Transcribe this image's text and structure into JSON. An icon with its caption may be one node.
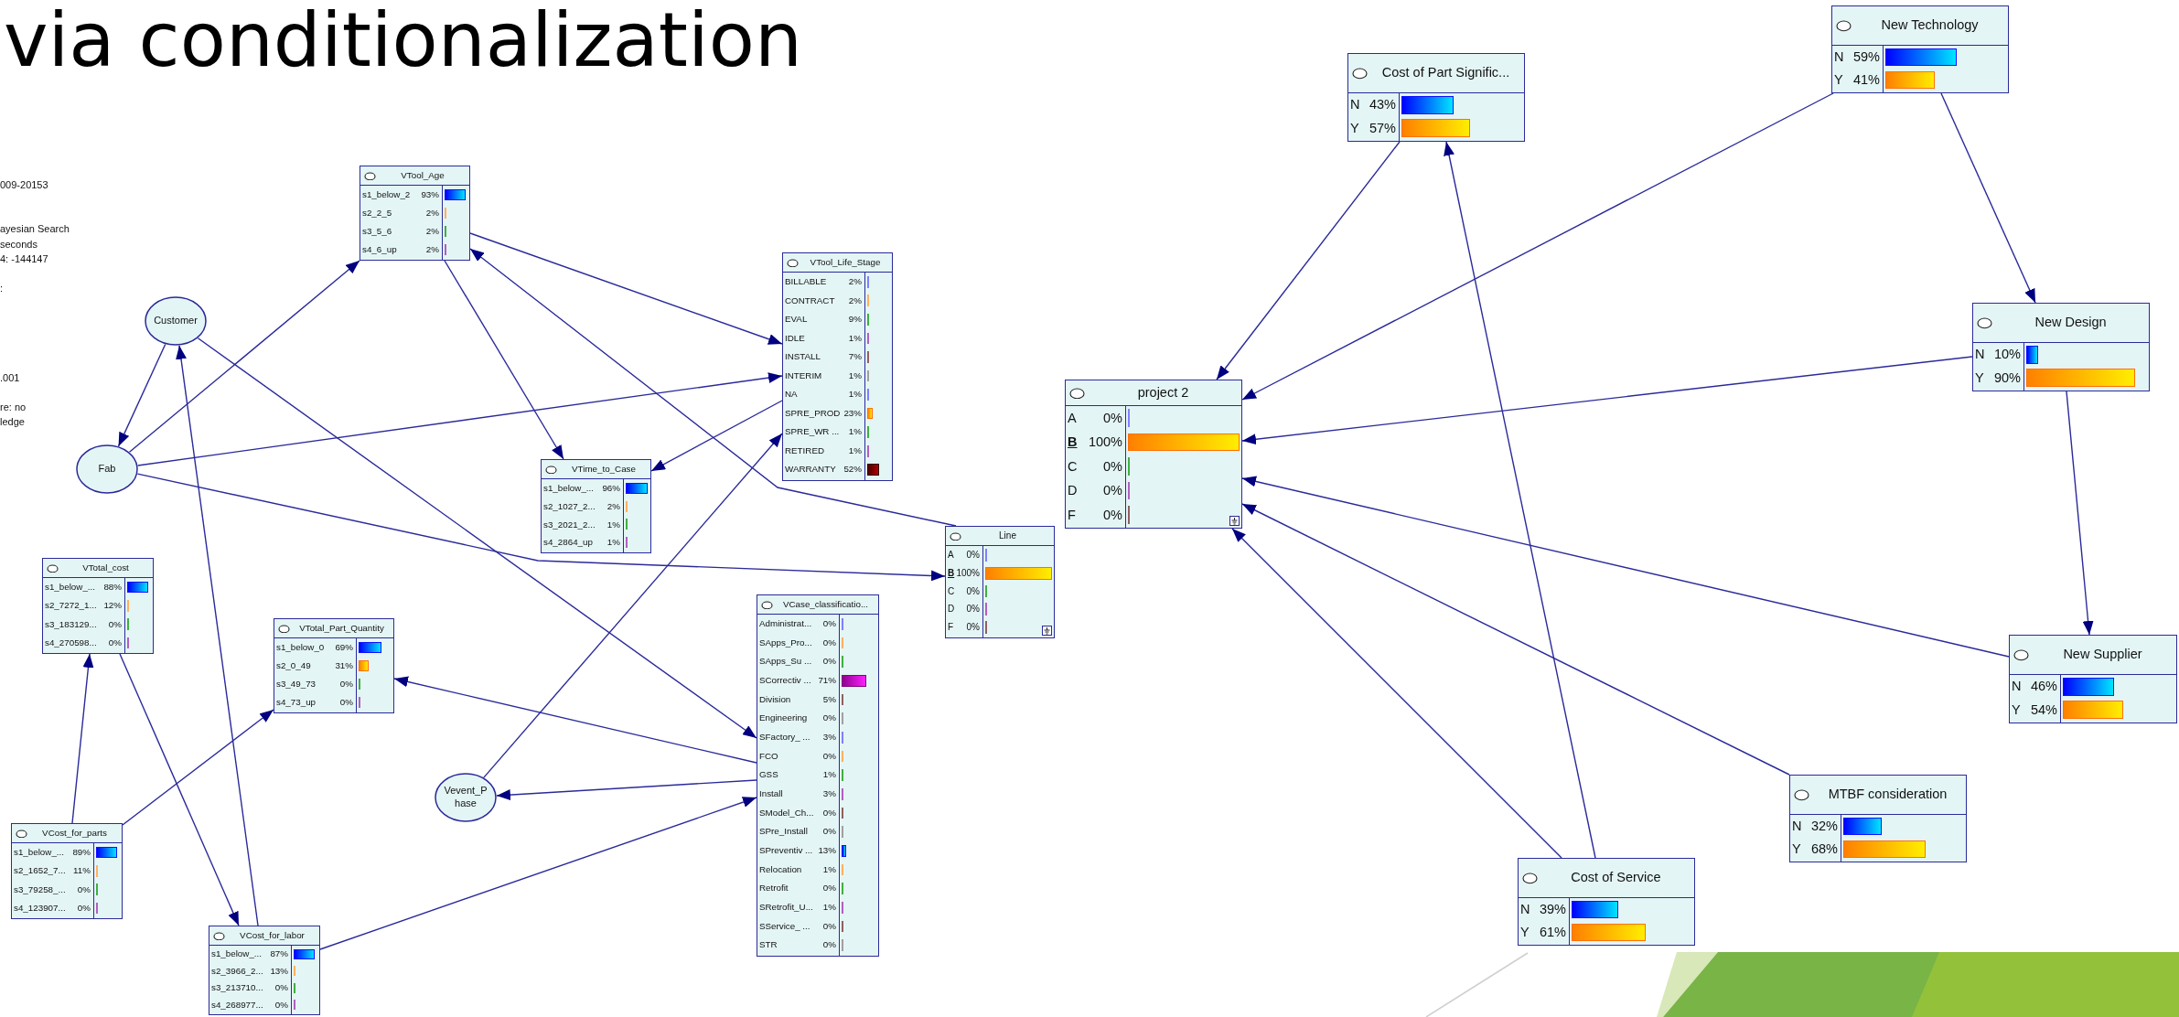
{
  "diagram": {
    "title": "via conditionalization",
    "nodes": [
      {
        "text": [
          "VTool_Age",
          "s1_below_2",
          "93%",
          "s2_2_5",
          "2%",
          "s3_5_6",
          "2%",
          "s4_6_up",
          "2%"
        ]
      },
      {
        "text": [
          "VTool_Life_Stage",
          "BILLABLE",
          "2%",
          "CONTRACT",
          "2%",
          "EVAL",
          "9%",
          "IDLE",
          "1%",
          "INSTALL",
          "7%",
          "INTERIM",
          "1%",
          "NA",
          "1%",
          "SPRE_PROD",
          "23%",
          "SPRE_WR ...",
          "1%",
          "RETIRED",
          "1%",
          "WARRANTY",
          "52%"
        ]
      },
      {
        "text": [
          "Customer"
        ]
      },
      {
        "text": [
          "Fab"
        ]
      },
      {
        "text": [
          "VTime_to_Case",
          "s1_below_...",
          "96%",
          "s2_1027_2...",
          "2%",
          "s3_2021_2...",
          "1%",
          "s4_2864_up",
          "1%"
        ]
      },
      {
        "text": [
          "VTotal_cost",
          "s1_below_...",
          "88%",
          "s2_7272_1...",
          "12%",
          "s3_183129...",
          "0%",
          "s4_270598...",
          "0%"
        ]
      },
      {
        "text": [
          "VTotal_Part_Quantity",
          "s1_below_0",
          "69%",
          "s2_0_49",
          "31%",
          "s3_49_73",
          "0%",
          "s4_73_up",
          "0%"
        ]
      },
      {
        "text": [
          "VCase_classificatio...",
          "Administrat...",
          "0%",
          "SApps_Pro...",
          "0%",
          "SApps_Su ...",
          "0%",
          "SCorrectiv ...",
          "71%",
          "Division",
          "5%",
          "Engineering",
          "0%",
          "SFactory_ ...",
          "3%",
          "FCO",
          "0%",
          "GSS",
          "1%",
          "Install",
          "3%",
          "SModel_Ch...",
          "0%",
          "SPre_Install",
          "0%",
          "SPreventiv ...",
          "13%",
          "Relocation",
          "1%",
          "Retrofit",
          "0%",
          "SRetrofit_U...",
          "1%",
          "SService_ ...",
          "0%",
          "STR",
          "0%"
        ]
      },
      {
        "text": [
          "Vevent_P hase"
        ]
      },
      {
        "text": [
          "VCost_for_parts",
          "s1_below_...",
          "89%",
          "s2_1652_7...",
          "11%",
          "s3_79258_...",
          "0%",
          "s4_123907...",
          "0%"
        ]
      },
      {
        "text": [
          "VCost_for_labor",
          "s1_below_...",
          "87%",
          "s2_3966_2...",
          "13%",
          "s3_213710...",
          "0%",
          "s4_268977...",
          "0%"
        ]
      },
      {
        "text": [
          "Line",
          "A",
          "0%",
          "B",
          "100%",
          "C",
          "0%",
          "D",
          "0%",
          "F",
          "0%"
        ]
      },
      {
        "text": [
          "project 2",
          "A",
          "0%",
          "B",
          "100%",
          "C",
          "0%",
          "D",
          "0%",
          "F",
          "0%"
        ]
      },
      {
        "text": [
          "Cost of Part Signific...",
          "N",
          "43%",
          "Y",
          "57%"
        ]
      },
      {
        "text": [
          "New Technology",
          "N",
          "59%",
          "Y",
          "41%"
        ]
      },
      {
        "text": [
          "New Design",
          "N",
          "10%",
          "Y",
          "90%"
        ]
      },
      {
        "text": [
          "New Supplier",
          "N",
          "46%",
          "Y",
          "54%"
        ]
      },
      {
        "text": [
          "MTBF consideration",
          "N",
          "32%",
          "Y",
          "68%"
        ]
      },
      {
        "text": [
          "Cost of Service",
          "N",
          "39%",
          "Y",
          "61%"
        ]
      }
    ],
    "edges": [
      {
        "from": 2,
        "to": 3,
        "arrow": "to"
      },
      {
        "from": 3,
        "to": 0,
        "arrow": "to"
      },
      {
        "from": 3,
        "to": 1,
        "arrow": "to"
      },
      {
        "from": 3,
        "to": 11,
        "arrow": "to"
      },
      {
        "from": 2,
        "to": 7,
        "arrow": "to"
      },
      {
        "from": 0,
        "to": 1,
        "arrow": "to"
      },
      {
        "from": 11,
        "to": 0,
        "arrow": "to"
      },
      {
        "from": 0,
        "to": 4,
        "arrow": "to"
      },
      {
        "from": 1,
        "to": 4,
        "arrow": "to"
      },
      {
        "from": 8,
        "to": 1,
        "arrow": "to"
      },
      {
        "from": 7,
        "to": 6,
        "arrow": "to"
      },
      {
        "from": 7,
        "to": 8,
        "arrow": "to"
      },
      {
        "from": 10,
        "to": 7,
        "arrow": "to"
      },
      {
        "from": 10,
        "to": 2,
        "arrow": "to"
      },
      {
        "from": 5,
        "to": 10,
        "arrow": "to"
      },
      {
        "from": 9,
        "to": 5,
        "arrow": "to"
      },
      {
        "from": 9,
        "to": 6,
        "arrow": "to"
      },
      {
        "from": 13,
        "to": 12,
        "arrow": "to"
      },
      {
        "from": 14,
        "to": 12,
        "arrow": "to"
      },
      {
        "from": 14,
        "to": 15,
        "arrow": "to"
      },
      {
        "from": 15,
        "to": 12,
        "arrow": "to"
      },
      {
        "from": 15,
        "to": 16,
        "arrow": "to"
      },
      {
        "from": 16,
        "to": 12,
        "arrow": "to"
      },
      {
        "from": 17,
        "to": 12,
        "arrow": "to"
      },
      {
        "from": 18,
        "to": 12,
        "arrow": "to"
      },
      {
        "from": 18,
        "to": 13,
        "arrow": "to"
      }
    ],
    "labels": [
      "009-20153",
      "ayesian Search",
      "seconds",
      "4: -144147",
      ":",
      ".001",
      "re: no",
      "ledge"
    ]
  }
}
